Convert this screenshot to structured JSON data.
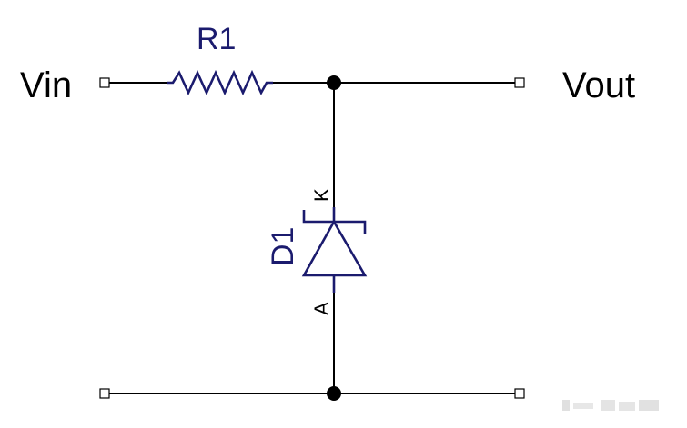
{
  "diagram": {
    "input_label": "Vin",
    "output_label": "Vout",
    "resistor": {
      "ref": "R1"
    },
    "diode": {
      "ref": "D1",
      "cathode_pin": "K",
      "anode_pin": "A"
    }
  },
  "colors": {
    "wire": "#000000",
    "component": "#1b1b6e",
    "background": "#ffffff",
    "watermark": "#b9b9b9"
  }
}
